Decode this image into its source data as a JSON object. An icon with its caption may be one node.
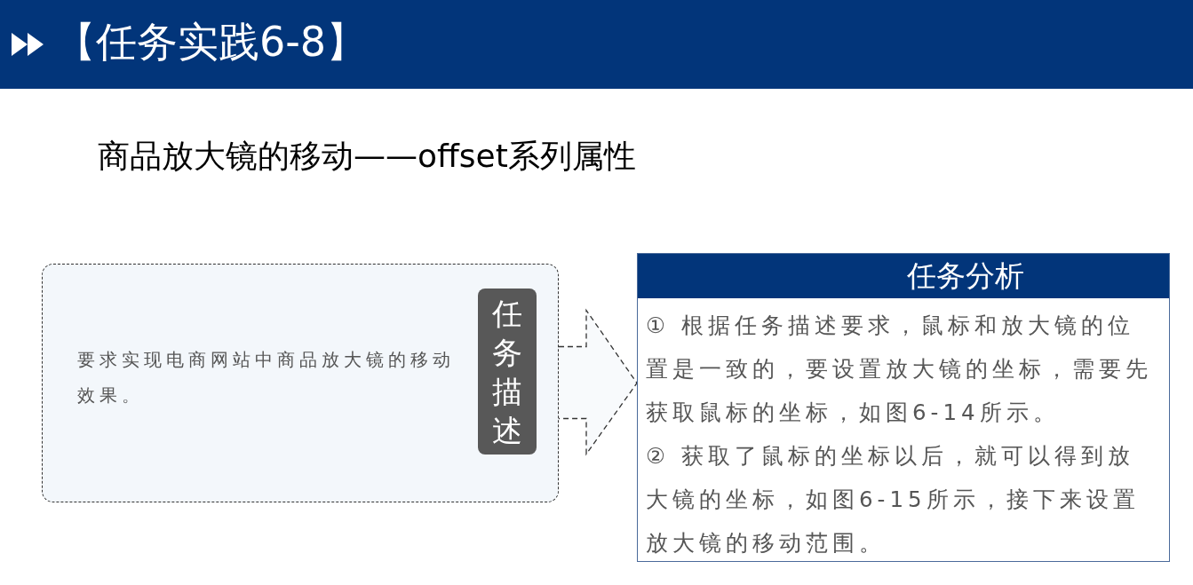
{
  "diagram": {
    "title": "【任务实践6-8】",
    "nodes": [
      {
        "text": [
          "要求实现电商网站中商品放大镜的移动效果。"
        ]
      },
      {
        "text": [
          "任务描述"
        ],
        "in": 0
      },
      {
        "text": [
          "任务分析",
          "① 根据任务描述要求，鼠标和放大镜的位置是一致的，要设置放大镜的坐标，需要先获取鼠标的坐标，如图6-14所示。",
          "② 获取了鼠标的坐标以后，就可以得到放大镜的坐标，如图6-15所示，接下来设置放大镜的移动范围。"
        ]
      }
    ],
    "edges": [
      {
        "from": 0,
        "to": 2,
        "arrow": "to",
        "style": "dashed"
      }
    ],
    "labels": [
      "商品放大镜的移动——offset系列属性"
    ]
  }
}
